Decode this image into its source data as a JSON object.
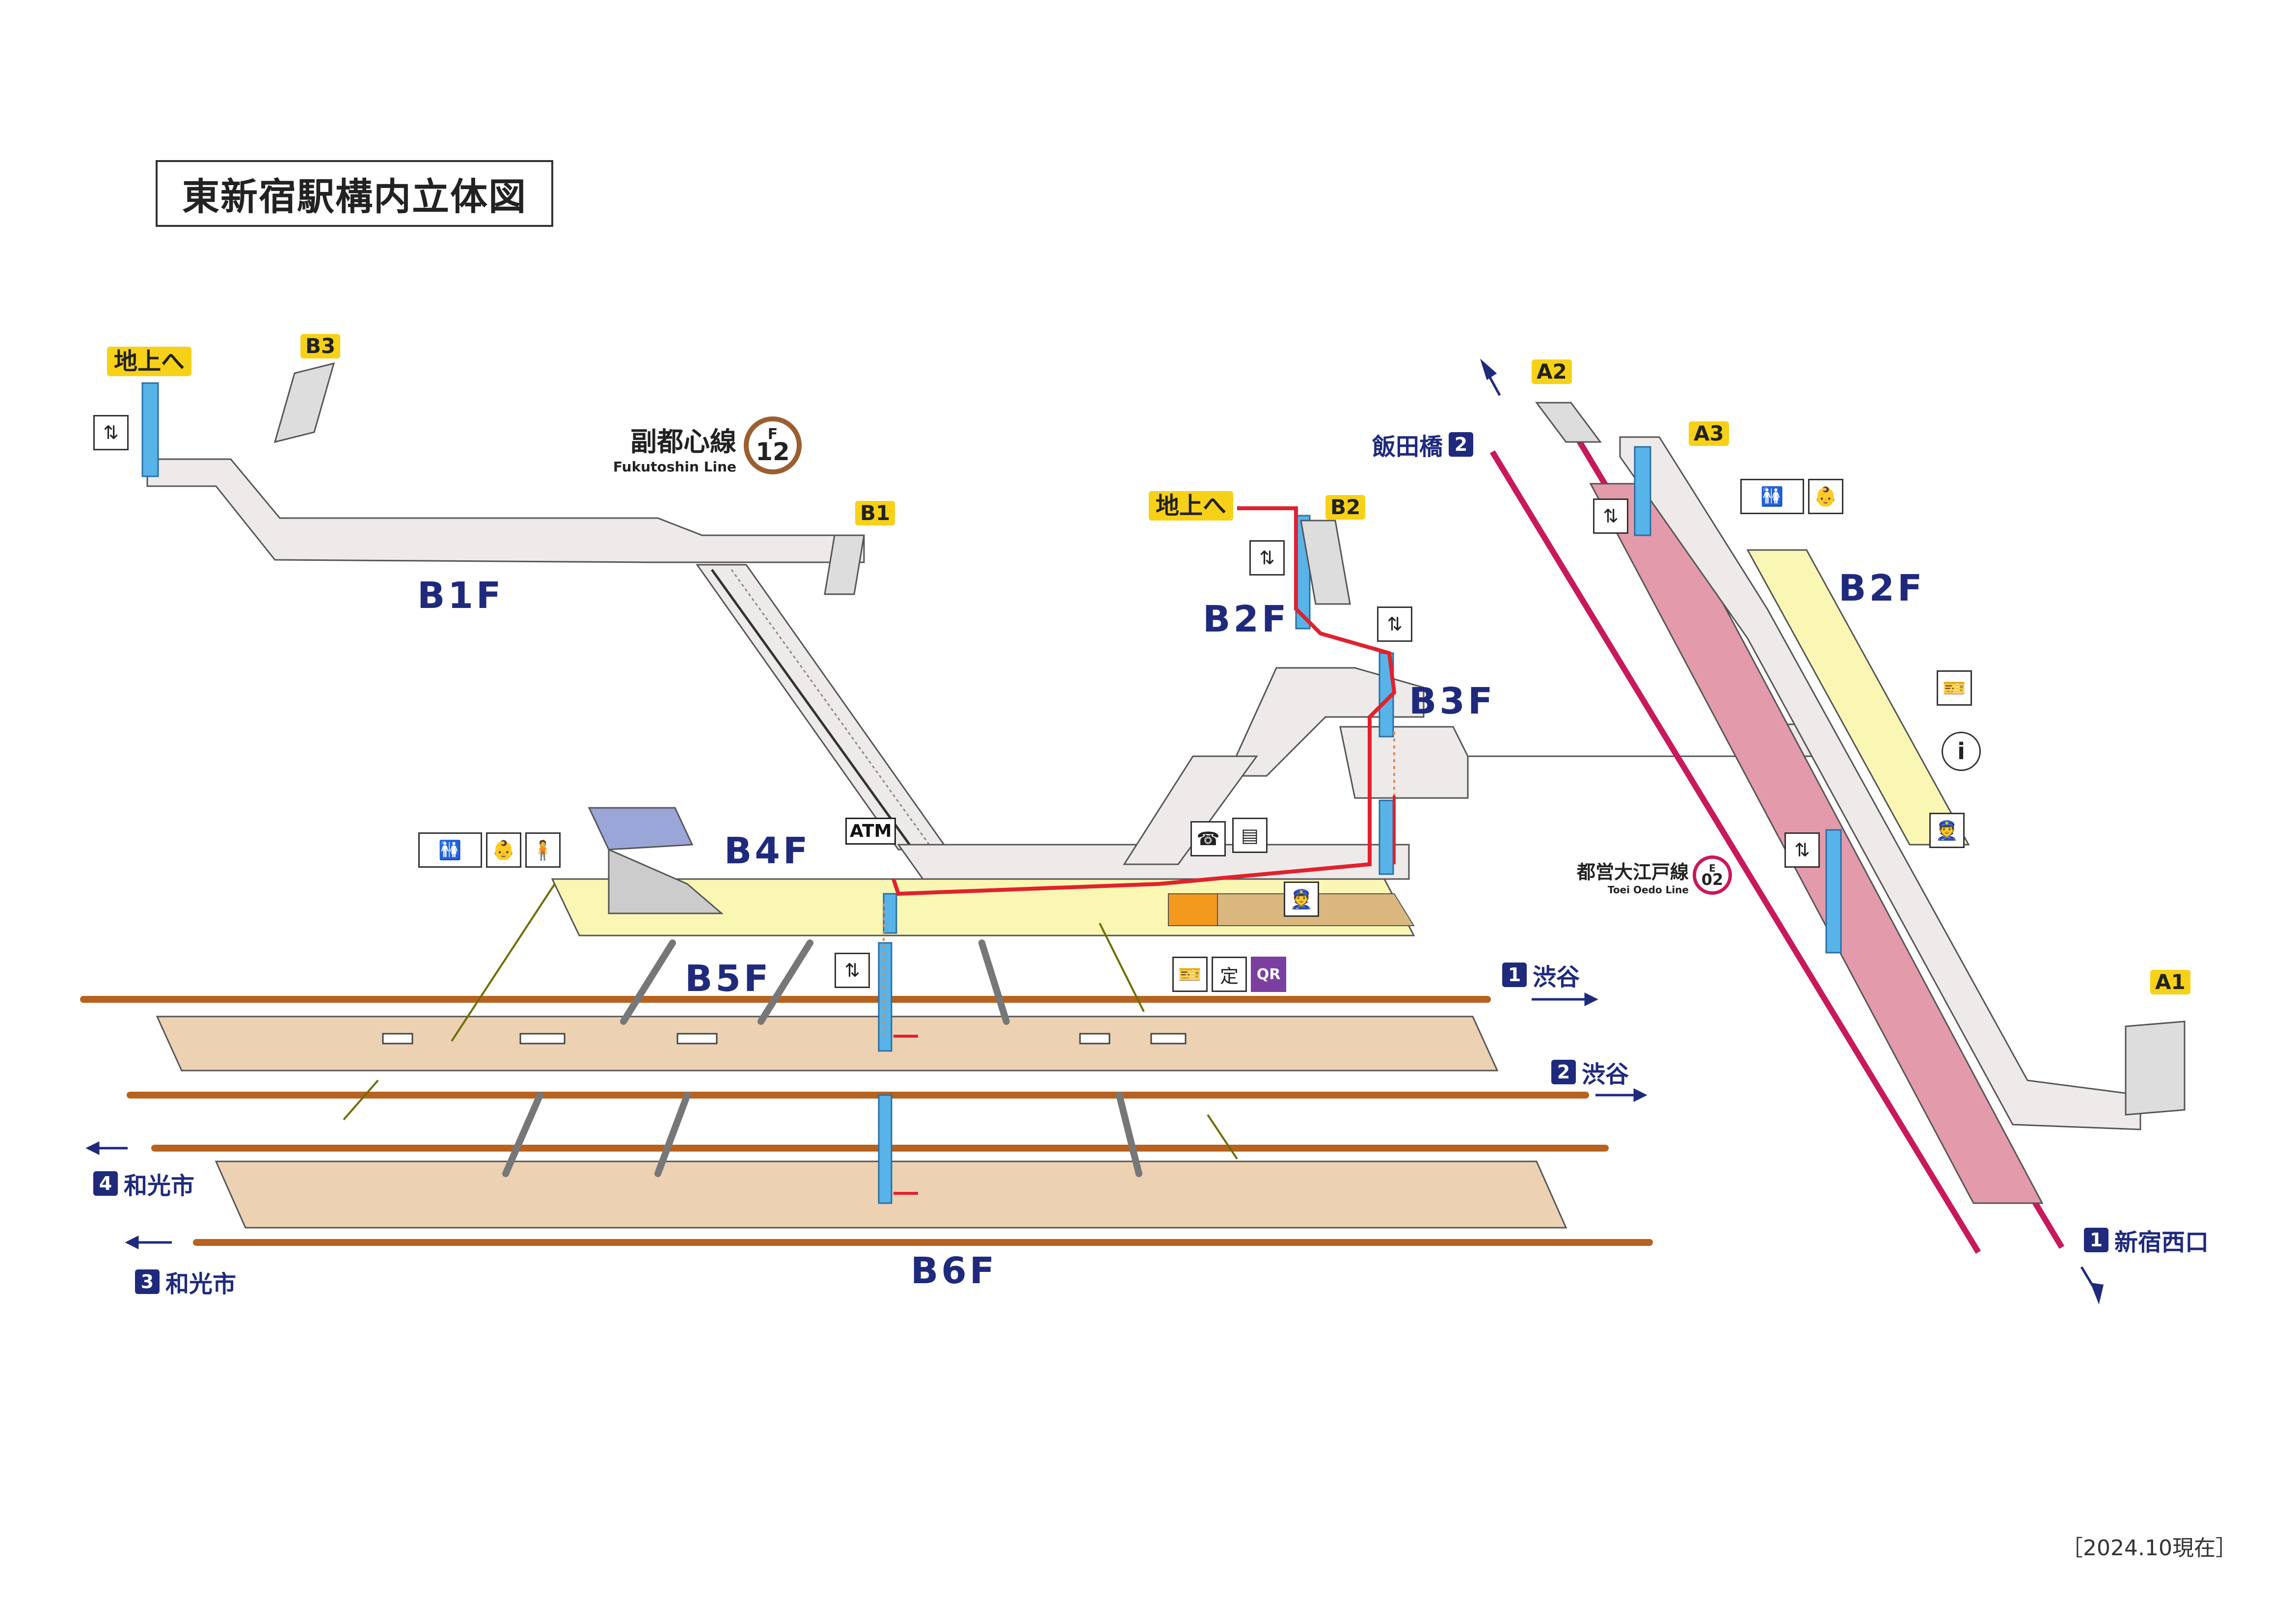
{
  "title": "東新宿駅構内立体図",
  "floors": {
    "b1f": "B1F",
    "b2f_left": "B2F",
    "b3f": "B3F",
    "b4f": "B4F",
    "b5f": "B5F",
    "b6f": "B6F",
    "b2f_right": "B2F"
  },
  "exits": {
    "to_ground_left": "地上へ",
    "b3": "B3",
    "b1": "B1",
    "to_ground_mid": "地上へ",
    "b2": "B2",
    "a2": "A2",
    "a3": "A3",
    "a1": "A1"
  },
  "lines": {
    "fukutoshin": {
      "jp": "副都心線",
      "en": "Fukutoshin Line",
      "badge_letter": "F",
      "badge_number": "12",
      "color": "#9c5e31"
    },
    "oedo": {
      "jp": "都営大江戸線",
      "en": "Toei Oedo Line",
      "badge_letter": "E",
      "badge_number": "02",
      "color": "#c8195c"
    }
  },
  "directions": {
    "iidabashi": {
      "label": "飯田橋",
      "num": "2"
    },
    "shibuya1": {
      "label": "渋谷",
      "num": "1"
    },
    "shibuya2": {
      "label": "渋谷",
      "num": "2"
    },
    "wakoshi4": {
      "label": "和光市",
      "num": "4"
    },
    "wakoshi3": {
      "label": "和光市",
      "num": "3"
    },
    "shinjuku_nishiguchi": {
      "label": "新宿西口",
      "num": "1"
    }
  },
  "facilities": {
    "atm": "ATM",
    "qr": "QR",
    "teiki": "定",
    "info": "i"
  },
  "colors": {
    "concourse": "#eeeaea",
    "platform_fukutoshin": "#ecd2b3",
    "platform_oedo": "#e39aaa",
    "yellow_area": "#faf7b4",
    "track_fukutoshin": "#b8621f",
    "track_oedo": "#c8195c",
    "elevator": "#58b4e8",
    "route": "#e0222e",
    "floor_label": "#1f2a7c"
  },
  "date": "［2024.10現在］"
}
